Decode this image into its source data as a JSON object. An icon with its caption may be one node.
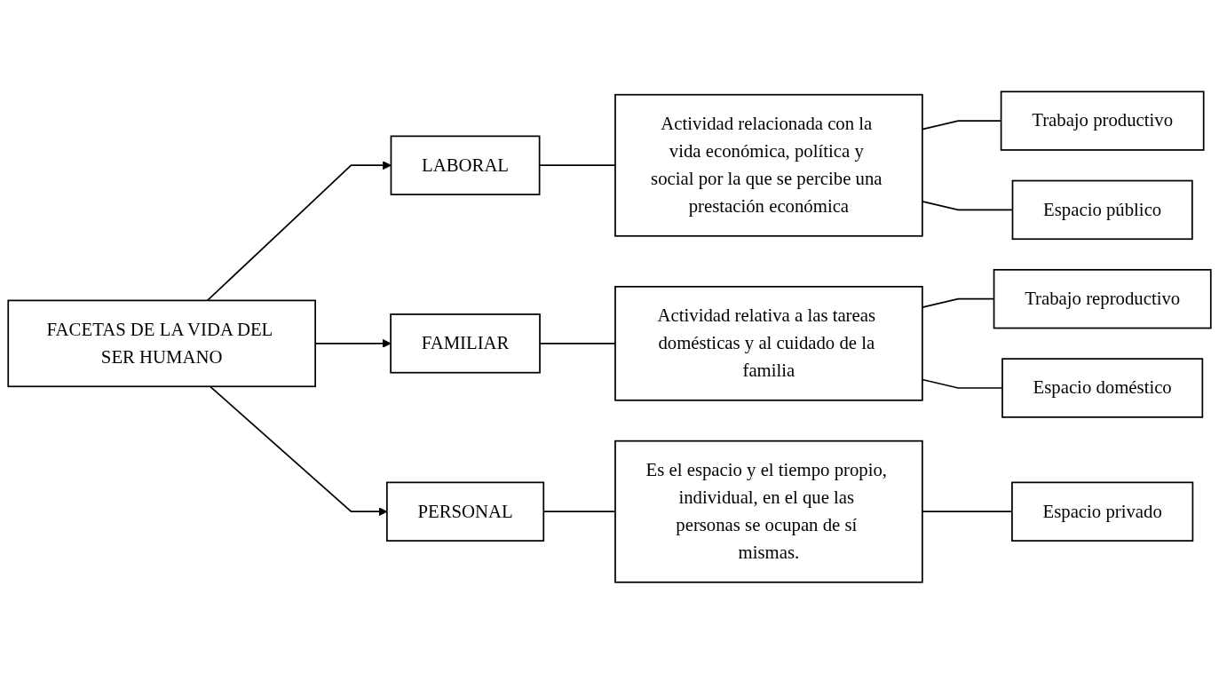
{
  "diagram": {
    "nodes": [
      {
        "text": [
          "FACETAS DE LA VIDA DEL SER HUMANO"
        ]
      },
      {
        "text": [
          "LABORAL"
        ]
      },
      {
        "text": [
          "Actividad relacionada con la vida económica, política y social por la que se percibe una prestación económica"
        ]
      },
      {
        "text": [
          "Trabajo productivo"
        ]
      },
      {
        "text": [
          "Espacio público"
        ]
      },
      {
        "text": [
          "FAMILIAR"
        ]
      },
      {
        "text": [
          "Actividad relativa a las tareas domésticas y al cuidado de la familia"
        ]
      },
      {
        "text": [
          "Trabajo reproductivo"
        ]
      },
      {
        "text": [
          "Espacio doméstico"
        ]
      },
      {
        "text": [
          "PERSONAL"
        ]
      },
      {
        "text": [
          "Es el espacio y el tiempo propio, individual, en el que las personas se ocupan de sí mismas."
        ]
      },
      {
        "text": [
          "Espacio privado"
        ]
      }
    ],
    "edges": [
      {
        "from": 0,
        "to": 1,
        "arrow": "to"
      },
      {
        "from": 0,
        "to": 5,
        "arrow": "to"
      },
      {
        "from": 0,
        "to": 9,
        "arrow": "to"
      },
      {
        "from": 1,
        "to": 2,
        "arrow": "none"
      },
      {
        "from": 2,
        "to": 3,
        "arrow": "none"
      },
      {
        "from": 2,
        "to": 4,
        "arrow": "none"
      },
      {
        "from": 5,
        "to": 6,
        "arrow": "none"
      },
      {
        "from": 6,
        "to": 7,
        "arrow": "none"
      },
      {
        "from": 6,
        "to": 8,
        "arrow": "none"
      },
      {
        "from": 9,
        "to": 10,
        "arrow": "none"
      },
      {
        "from": 10,
        "to": 11,
        "arrow": "none"
      }
    ]
  }
}
